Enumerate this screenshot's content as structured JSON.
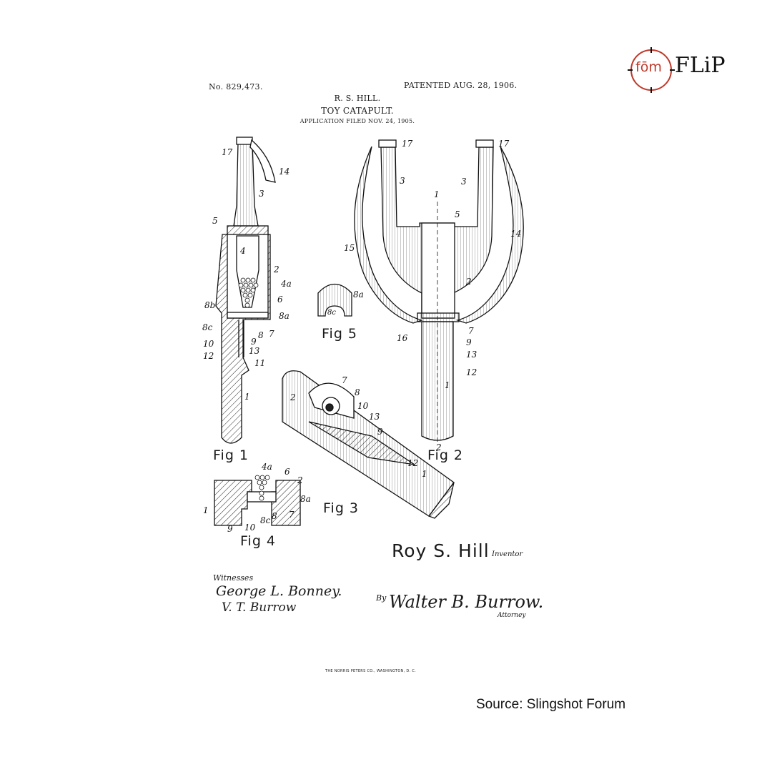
{
  "logo": {
    "badge": "fōm",
    "wordmark": "FLiP",
    "badge_color": "#c0392b"
  },
  "patent": {
    "number": "No. 829,473.",
    "date": "PATENTED AUG. 28, 1906.",
    "inventor_name": "R. S. HILL.",
    "title": "TOY CATAPULT.",
    "filed": "APPLICATION FILED NOV. 24, 1905."
  },
  "figures": {
    "fig1": "Fig 1",
    "fig2": "Fig 2",
    "fig3": "Fig 3",
    "fig4": "Fig 4",
    "fig5": "Fig 5"
  },
  "labels": {
    "fig1": [
      "17",
      "14",
      "3",
      "5",
      "4",
      "2",
      "4a",
      "6",
      "8b",
      "8a",
      "8c",
      "8",
      "7",
      "9",
      "10",
      "13",
      "12",
      "11",
      "1"
    ],
    "fig2": [
      "17",
      "17",
      "3",
      "3",
      "1",
      "5",
      "15",
      "14",
      "2",
      "7",
      "16",
      "9",
      "13",
      "12",
      "1",
      "2"
    ],
    "fig3": [
      "7",
      "8",
      "2",
      "10",
      "13",
      "9",
      "12",
      "1"
    ],
    "fig4": [
      "4a",
      "6",
      "2",
      "8a",
      "1",
      "9",
      "10",
      "8c",
      "8",
      "7"
    ],
    "fig5": [
      "8a",
      "8c"
    ]
  },
  "signatures": {
    "inventor": "Roy S. Hill",
    "inventor_role": "Inventor",
    "witnesses_label": "Witnesses",
    "witness1": "George L. Bonney.",
    "witness2": "V. T. Burrow",
    "attorney_by": "By",
    "attorney": "Walter B. Burrow.",
    "attorney_role": "Attorney"
  },
  "printer": "THE NORRIS PETERS CO., WASHINGTON, D. C.",
  "source": "Source: Slingshot Forum"
}
